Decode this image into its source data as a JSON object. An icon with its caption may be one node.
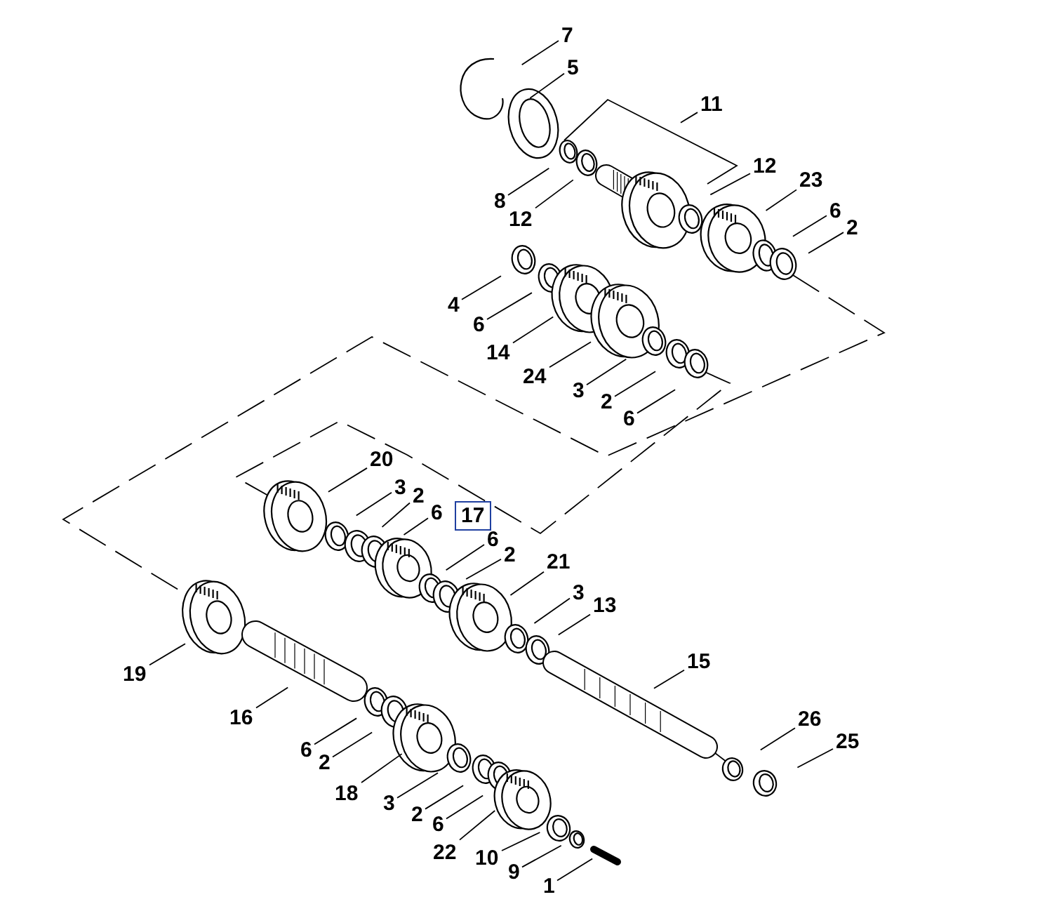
{
  "diagram": {
    "nodes": [
      {
        "text": [
          "7"
        ]
      },
      {
        "text": [
          "5"
        ]
      },
      {
        "text": [
          "11"
        ]
      },
      {
        "text": [
          "8"
        ]
      },
      {
        "text": [
          "12"
        ]
      },
      {
        "text": [
          "12"
        ]
      },
      {
        "text": [
          "23"
        ]
      },
      {
        "text": [
          "6"
        ]
      },
      {
        "text": [
          "2"
        ]
      },
      {
        "text": [
          "4"
        ]
      },
      {
        "text": [
          "6"
        ]
      },
      {
        "text": [
          "14"
        ]
      },
      {
        "text": [
          "24"
        ]
      },
      {
        "text": [
          "3"
        ]
      },
      {
        "text": [
          "2"
        ]
      },
      {
        "text": [
          "6"
        ]
      },
      {
        "text": [
          "20"
        ]
      },
      {
        "text": [
          "3"
        ]
      },
      {
        "text": [
          "2"
        ]
      },
      {
        "text": [
          "6"
        ]
      },
      {
        "text": [
          "17"
        ]
      },
      {
        "text": [
          "6"
        ]
      },
      {
        "text": [
          "2"
        ]
      },
      {
        "text": [
          "21"
        ]
      },
      {
        "text": [
          "3"
        ]
      },
      {
        "text": [
          "13"
        ]
      },
      {
        "text": [
          "15"
        ]
      },
      {
        "text": [
          "19"
        ]
      },
      {
        "text": [
          "16"
        ]
      },
      {
        "text": [
          "6"
        ]
      },
      {
        "text": [
          "2"
        ]
      },
      {
        "text": [
          "18"
        ]
      },
      {
        "text": [
          "3"
        ]
      },
      {
        "text": [
          "2"
        ]
      },
      {
        "text": [
          "6"
        ]
      },
      {
        "text": [
          "22"
        ]
      },
      {
        "text": [
          "10"
        ]
      },
      {
        "text": [
          "9"
        ]
      },
      {
        "text": [
          "1"
        ]
      },
      {
        "text": [
          "26"
        ]
      },
      {
        "text": [
          "25"
        ]
      }
    ],
    "edges": [
      {
        "from": 0,
        "to": null,
        "arrow": "none"
      },
      {
        "from": 1,
        "to": null,
        "arrow": "none"
      },
      {
        "from": 2,
        "to": null,
        "arrow": "none"
      },
      {
        "from": 3,
        "to": null,
        "arrow": "none"
      },
      {
        "from": 4,
        "to": null,
        "arrow": "none"
      },
      {
        "from": 5,
        "to": null,
        "arrow": "none"
      },
      {
        "from": 6,
        "to": null,
        "arrow": "none"
      },
      {
        "from": 7,
        "to": null,
        "arrow": "none"
      },
      {
        "from": 8,
        "to": null,
        "arrow": "none"
      },
      {
        "from": 9,
        "to": null,
        "arrow": "none"
      },
      {
        "from": 10,
        "to": null,
        "arrow": "none"
      },
      {
        "from": 11,
        "to": null,
        "arrow": "none"
      },
      {
        "from": 12,
        "to": null,
        "arrow": "none"
      },
      {
        "from": 13,
        "to": null,
        "arrow": "none"
      },
      {
        "from": 14,
        "to": null,
        "arrow": "none"
      },
      {
        "from": 15,
        "to": null,
        "arrow": "none"
      },
      {
        "from": 16,
        "to": null,
        "arrow": "none"
      },
      {
        "from": 17,
        "to": null,
        "arrow": "none"
      },
      {
        "from": 18,
        "to": null,
        "arrow": "none"
      },
      {
        "from": 19,
        "to": null,
        "arrow": "none"
      },
      {
        "from": 21,
        "to": null,
        "arrow": "none"
      },
      {
        "from": 22,
        "to": null,
        "arrow": "none"
      },
      {
        "from": 23,
        "to": null,
        "arrow": "none"
      },
      {
        "from": 24,
        "to": null,
        "arrow": "none"
      },
      {
        "from": 25,
        "to": null,
        "arrow": "none"
      },
      {
        "from": 26,
        "to": null,
        "arrow": "none"
      },
      {
        "from": 27,
        "to": null,
        "arrow": "none"
      },
      {
        "from": 28,
        "to": null,
        "arrow": "none"
      },
      {
        "from": 29,
        "to": null,
        "arrow": "none"
      },
      {
        "from": 30,
        "to": null,
        "arrow": "none"
      },
      {
        "from": 31,
        "to": null,
        "arrow": "none"
      },
      {
        "from": 32,
        "to": null,
        "arrow": "none"
      },
      {
        "from": 33,
        "to": null,
        "arrow": "none"
      },
      {
        "from": 34,
        "to": null,
        "arrow": "none"
      },
      {
        "from": 35,
        "to": null,
        "arrow": "none"
      },
      {
        "from": 36,
        "to": null,
        "arrow": "none"
      },
      {
        "from": 37,
        "to": null,
        "arrow": "none"
      },
      {
        "from": 38,
        "to": null,
        "arrow": "none"
      },
      {
        "from": 39,
        "to": null,
        "arrow": "none"
      },
      {
        "from": 40,
        "to": null,
        "arrow": "none"
      }
    ]
  }
}
